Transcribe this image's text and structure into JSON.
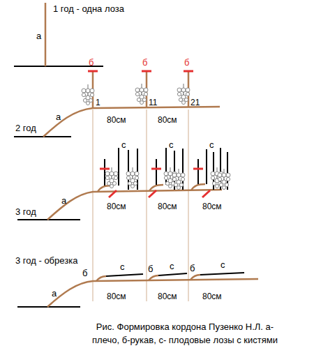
{
  "diagram": {
    "caption": "Рис. Формировка кордона Пузенко Н.Л. а-плечо, б-рукав, с- плодовые лозы с кистями",
    "labels": [
      "1 год - одна лоза",
      "а",
      "б",
      "б",
      "б",
      "1",
      "11",
      "21",
      "2 год",
      "а",
      "80см",
      "80см",
      "3 год",
      "а",
      "с",
      "с",
      "с",
      "80см",
      "80см",
      "80см",
      "3 год - обрезка",
      "б",
      "с",
      "б",
      "с",
      "б",
      "с",
      "а",
      "80см",
      "80см",
      "80см"
    ]
  }
}
